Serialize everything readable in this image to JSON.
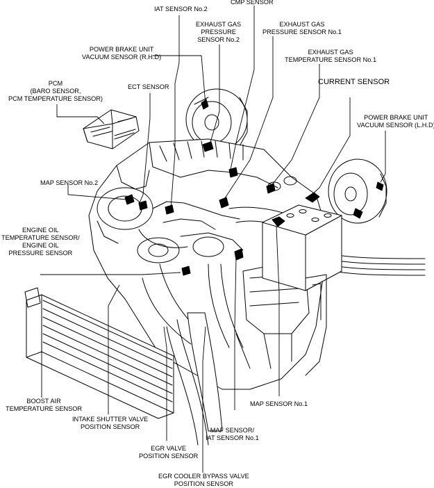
{
  "labels": {
    "iat_sensor_no2": [
      "IAT SENSOR No.2"
    ],
    "cmp_sensor": [
      "CMP SENSOR"
    ],
    "exhaust_gas_pressure_no2": [
      "EXHAUST GAS",
      "PRESSURE",
      "SENSOR No.2"
    ],
    "exhaust_gas_pressure_no1": [
      "EXHAUST GAS",
      "PRESSURE SENSOR No.1"
    ],
    "power_brake_vacuum_rhd": [
      "POWER BRAKE UNIT",
      "VACUUM SENSOR (R.H.D)"
    ],
    "exhaust_gas_temp_no1": [
      "EXHAUST GAS",
      "TEMPERATURE SENSOR No.1"
    ],
    "pcm": [
      "PCM",
      "(BARO SENSOR,",
      "PCM TEMPERATURE SENSOR)"
    ],
    "ect_sensor": [
      "ECT SENSOR"
    ],
    "current_sensor": [
      "CURRENT SENSOR"
    ],
    "power_brake_vacuum_lhd": [
      "POWER BRAKE UNIT",
      "VACUUM SENSOR (L.H.D)"
    ],
    "map_sensor_no2": [
      "MAP SENSOR No.2"
    ],
    "engine_oil_sensors": [
      "ENGINE OIL",
      "TEMPERATURE SENSOR/",
      "ENGINE OIL",
      "PRESSURE SENSOR"
    ],
    "boost_air_temp": [
      "BOOST AIR",
      "TEMPERATURE SENSOR"
    ],
    "intake_shutter": [
      "INTAKE SHUTTER VALVE",
      "POSITION SENSOR"
    ],
    "map_sensor_no1": [
      "MAP SENSOR No.1"
    ],
    "maf_iat_no1": [
      "MAF SENSOR/",
      "IAT SENSOR No.1"
    ],
    "egr_valve": [
      "EGR VALVE",
      "POSITION SENSOR"
    ],
    "egr_cooler_bypass": [
      "EGR COOLER BYPASS VALVE",
      "POSITION SENSOR"
    ]
  },
  "colors": {
    "ink": "#000000",
    "background": "#ffffff"
  }
}
